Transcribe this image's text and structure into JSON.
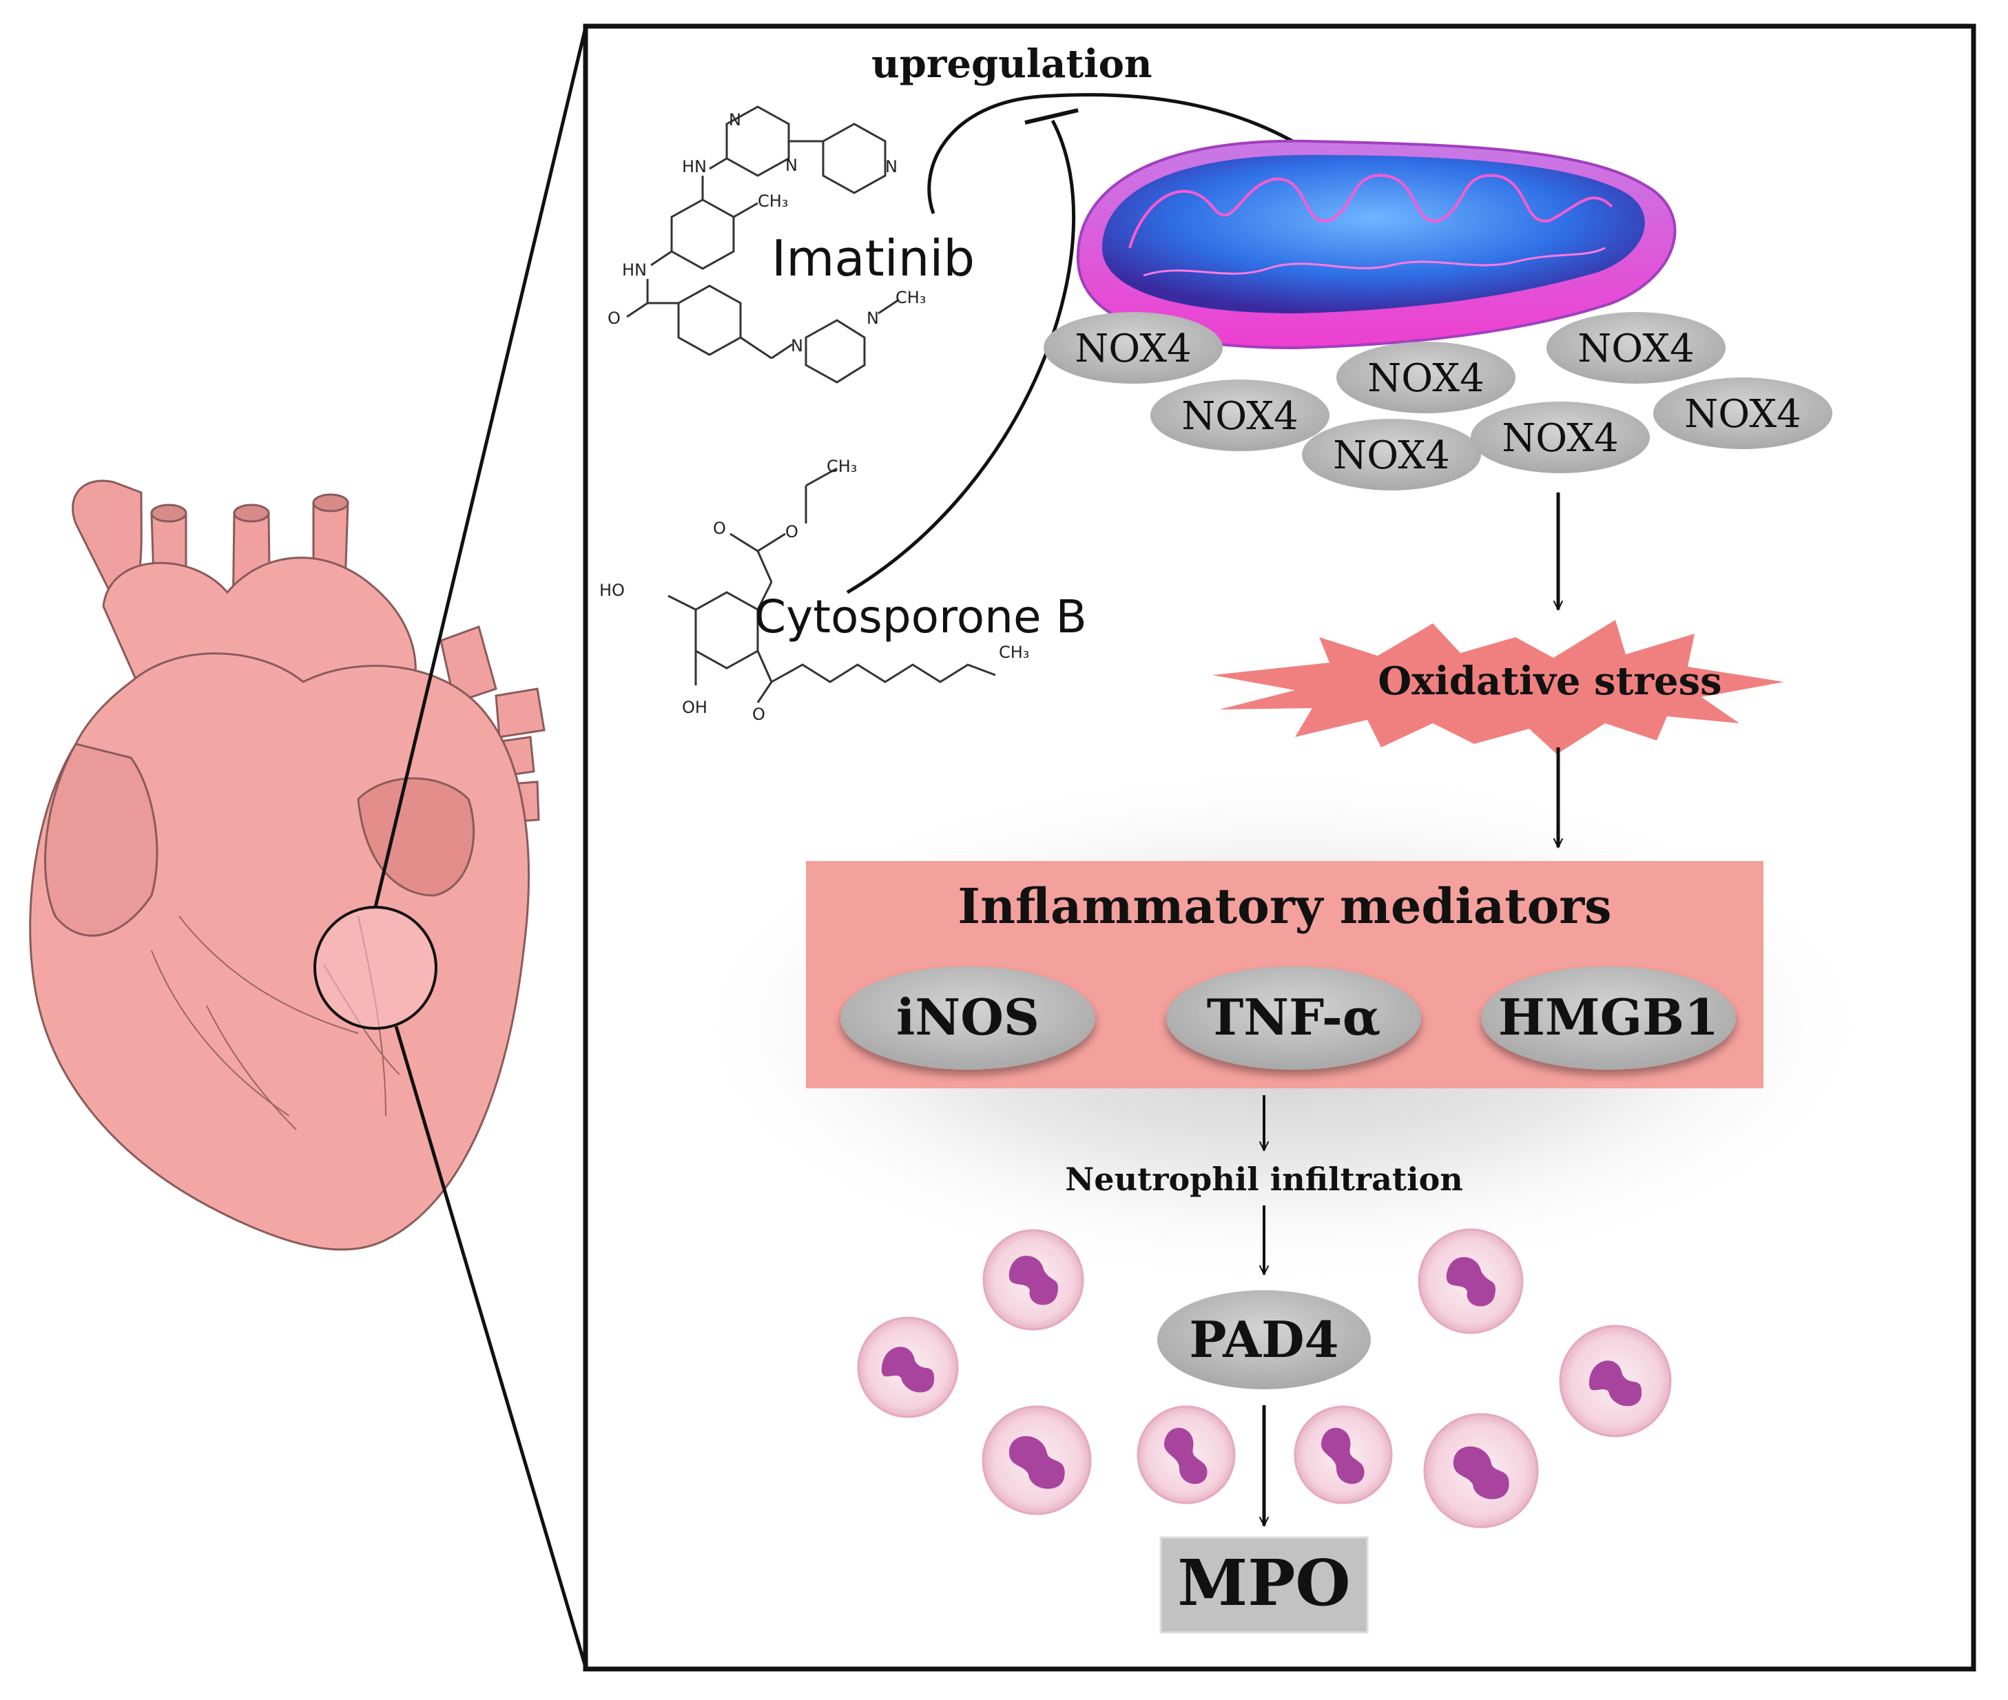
{
  "drugs": {
    "imatinib": "Imatinib",
    "cytosporone": "Cytosporone B"
  },
  "upregulation_label": "upregulation",
  "nox4_label": "NOX4",
  "oxidative_stress": "Oxidative stress",
  "inflammatory": {
    "title": "Inflammatory mediators",
    "mediators": [
      "iNOS",
      "TNF-α",
      "HMGB1"
    ]
  },
  "neutrophil_infiltration": "Neutrophil infiltration",
  "pad4": "PAD4",
  "mpo": "MPO",
  "atoms": {
    "hn": "HN",
    "n": "N",
    "ch3": "CH₃",
    "o": "O",
    "ho": "HO",
    "oh": "OH"
  },
  "colors": {
    "heart": "#f3a7a5",
    "heart_dark": "#e59693",
    "spike": "#f08382",
    "mediator_box": "#f4a09c",
    "ellipse": "#bdbdbd",
    "mito_membrane": "#e254d3",
    "mito_matrix": "#3a7cf0",
    "neutrophil_nucleus": "#a8449d",
    "border": "#111111"
  }
}
